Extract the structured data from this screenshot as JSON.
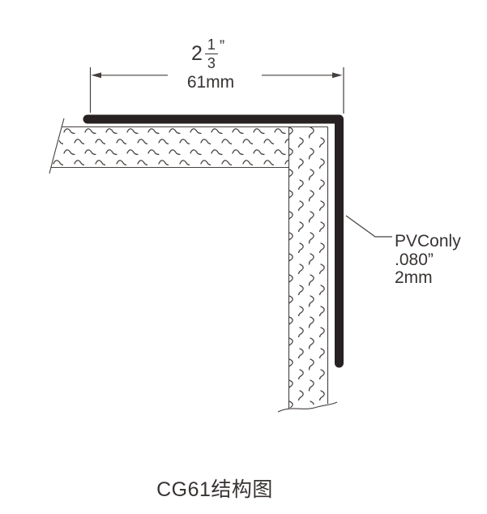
{
  "drawing": {
    "dimension": {
      "whole": "2",
      "numerator": "1",
      "denominator": "3",
      "inch_mark": "”",
      "metric": "61mm"
    },
    "material_label": {
      "line1": "PVConly",
      "line2": ".080”",
      "line3": "2mm"
    },
    "caption": "CG61结构图"
  },
  "colors": {
    "line": "#45403e",
    "pvc": "#272122",
    "text": "#383332",
    "background": "#ffffff"
  }
}
